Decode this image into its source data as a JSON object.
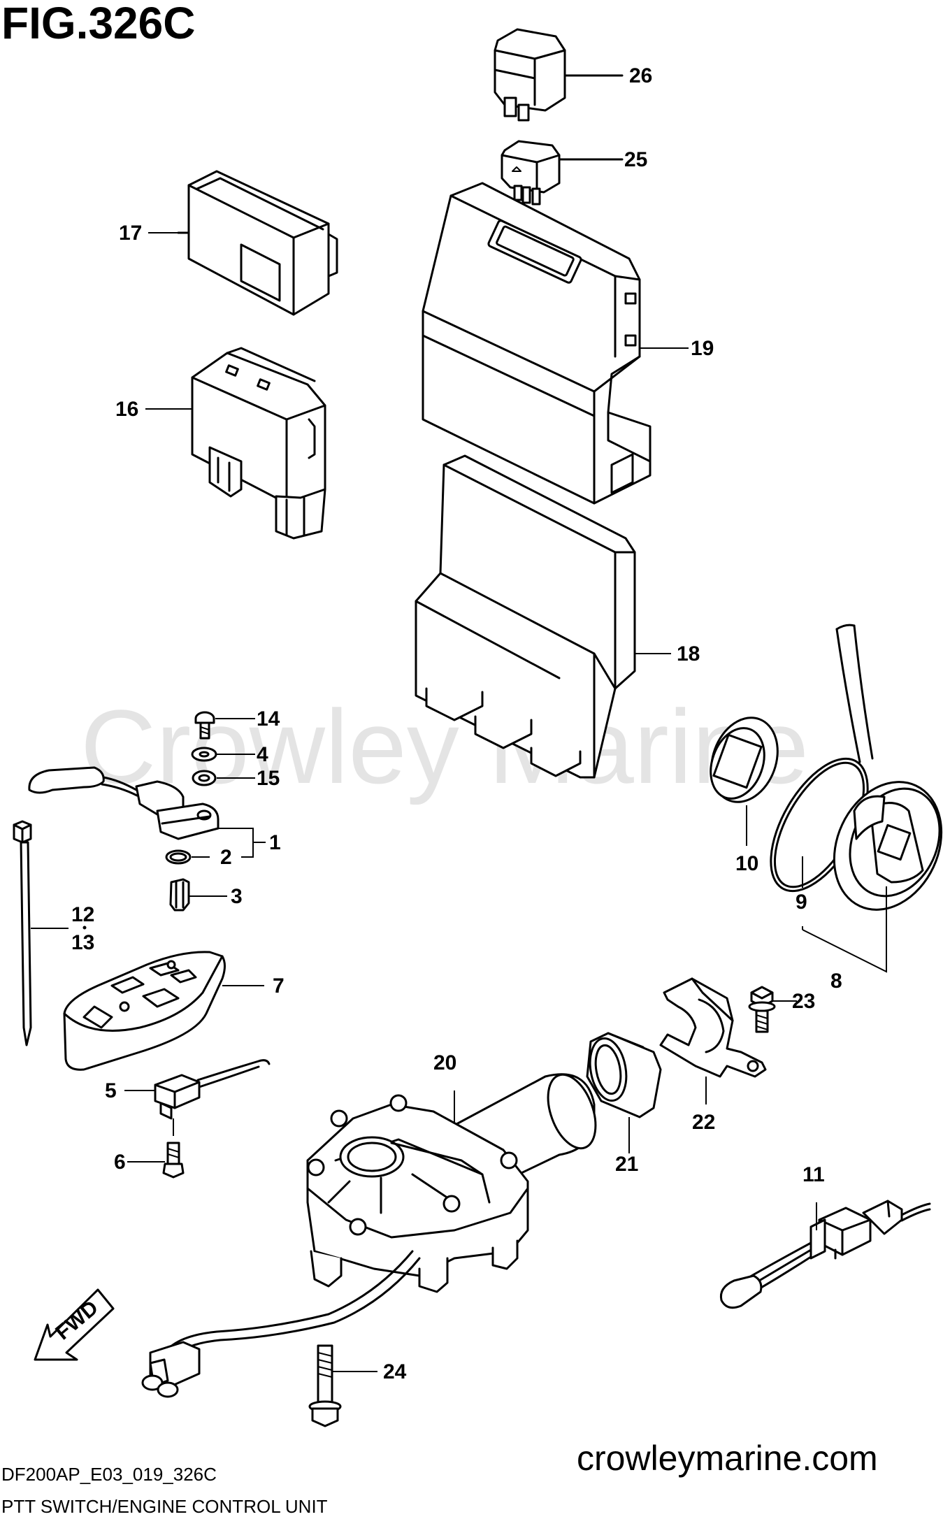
{
  "figure": {
    "title": "FIG.326C",
    "code": "DF200AP_E03_019_326C",
    "caption": "PTT SWITCH/ENGINE CONTROL UNIT",
    "website": "crowleymarine.com",
    "watermark": "Crowley Marine",
    "direction_label": "FWD"
  },
  "callouts": [
    {
      "id": "26",
      "label": "26"
    },
    {
      "id": "25",
      "label": "25"
    },
    {
      "id": "17",
      "label": "17"
    },
    {
      "id": "19",
      "label": "19"
    },
    {
      "id": "16",
      "label": "16"
    },
    {
      "id": "18",
      "label": "18"
    },
    {
      "id": "14",
      "label": "14"
    },
    {
      "id": "4",
      "label": "4"
    },
    {
      "id": "15",
      "label": "15"
    },
    {
      "id": "1",
      "label": "1"
    },
    {
      "id": "2",
      "label": "2"
    },
    {
      "id": "3",
      "label": "3"
    },
    {
      "id": "12",
      "label": "12"
    },
    {
      "id": "13",
      "label": "13"
    },
    {
      "id": "10",
      "label": "10"
    },
    {
      "id": "9",
      "label": "9"
    },
    {
      "id": "8",
      "label": "8"
    },
    {
      "id": "7",
      "label": "7"
    },
    {
      "id": "23",
      "label": "23"
    },
    {
      "id": "20",
      "label": "20"
    },
    {
      "id": "5",
      "label": "5"
    },
    {
      "id": "22",
      "label": "22"
    },
    {
      "id": "21",
      "label": "21"
    },
    {
      "id": "6",
      "label": "6"
    },
    {
      "id": "11",
      "label": "11"
    },
    {
      "id": "24",
      "label": "24"
    }
  ]
}
